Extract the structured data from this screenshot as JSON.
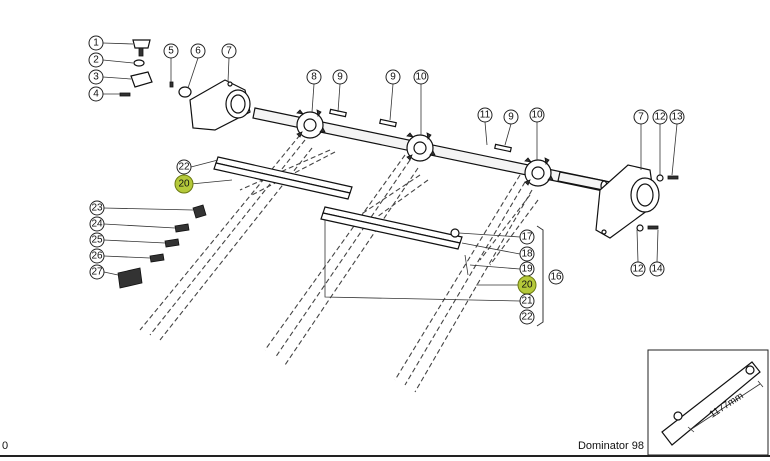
{
  "model_label": "Dominator 98",
  "page_number": "0",
  "highlight_color": "#b5c93a",
  "inset": {
    "dimension": "1177mm"
  },
  "callouts": [
    {
      "id": "c1",
      "label": "1"
    },
    {
      "id": "c2",
      "label": "2"
    },
    {
      "id": "c3",
      "label": "3"
    },
    {
      "id": "c4",
      "label": "4"
    },
    {
      "id": "c5",
      "label": "5"
    },
    {
      "id": "c6",
      "label": "6"
    },
    {
      "id": "c7a",
      "label": "7"
    },
    {
      "id": "c8",
      "label": "8"
    },
    {
      "id": "c9a",
      "label": "9"
    },
    {
      "id": "c9b",
      "label": "9"
    },
    {
      "id": "c10a",
      "label": "10"
    },
    {
      "id": "c11",
      "label": "11"
    },
    {
      "id": "c9c",
      "label": "9"
    },
    {
      "id": "c10b",
      "label": "10"
    },
    {
      "id": "c7b",
      "label": "7"
    },
    {
      "id": "c12a",
      "label": "12"
    },
    {
      "id": "c13",
      "label": "13"
    },
    {
      "id": "c22a",
      "label": "22"
    },
    {
      "id": "c20a",
      "label": "20",
      "highlight": true
    },
    {
      "id": "c23",
      "label": "23"
    },
    {
      "id": "c24",
      "label": "24"
    },
    {
      "id": "c25",
      "label": "25"
    },
    {
      "id": "c26",
      "label": "26"
    },
    {
      "id": "c27",
      "label": "27"
    },
    {
      "id": "c17",
      "label": "17"
    },
    {
      "id": "c18",
      "label": "18"
    },
    {
      "id": "c19",
      "label": "19"
    },
    {
      "id": "c20b",
      "label": "20",
      "highlight": true
    },
    {
      "id": "c21",
      "label": "21"
    },
    {
      "id": "c22b",
      "label": "22"
    },
    {
      "id": "c16",
      "label": "16"
    },
    {
      "id": "c12b",
      "label": "12"
    },
    {
      "id": "c14",
      "label": "14"
    }
  ]
}
